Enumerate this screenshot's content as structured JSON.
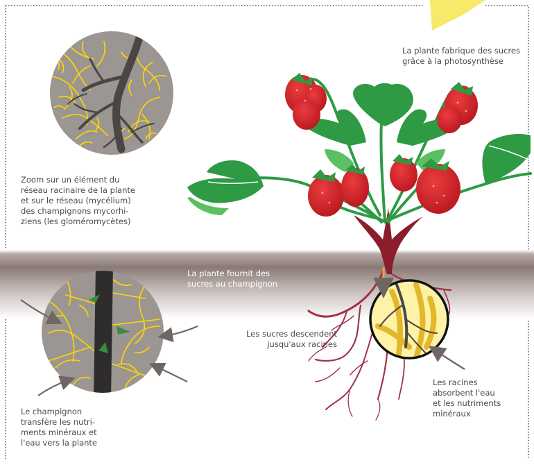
{
  "labels": {
    "photosynthesis": "La plante fabrique des sucres\ngrâce à la photosynthèse",
    "zoom": "Zoom sur un élément du\nréseau racinaire de la plante\net sur le réseau (mycélium)\ndes champignons mycorhi-\nziens (les gloméromycètes)",
    "sugars_to_fungus": "La plante fournit des\nsucres au champignon",
    "sugars_descend": "Les sucres descendent\njusqu'aux racines",
    "roots_absorb": "Les racines\nabsorbent l'eau\net les nutriments\nminéraux",
    "fungus_transfers": "Le champignon\ntransfère les nutri-\nments minéraux et\nl'eau vers la plante"
  },
  "colors": {
    "soil_dark": "#8a7a75",
    "leaf_green": "#2e9a44",
    "leaf_light": "#5cc063",
    "strawberry_red": "#d52a30",
    "stem_red": "#8b1d2c",
    "root_pink": "#a0324a",
    "mycelium_yellow": "#ffd800",
    "zoom_grey": "#9c9692",
    "zoom_highlight": "#fdf2a6",
    "sun_yellow": "#f7e96a"
  }
}
